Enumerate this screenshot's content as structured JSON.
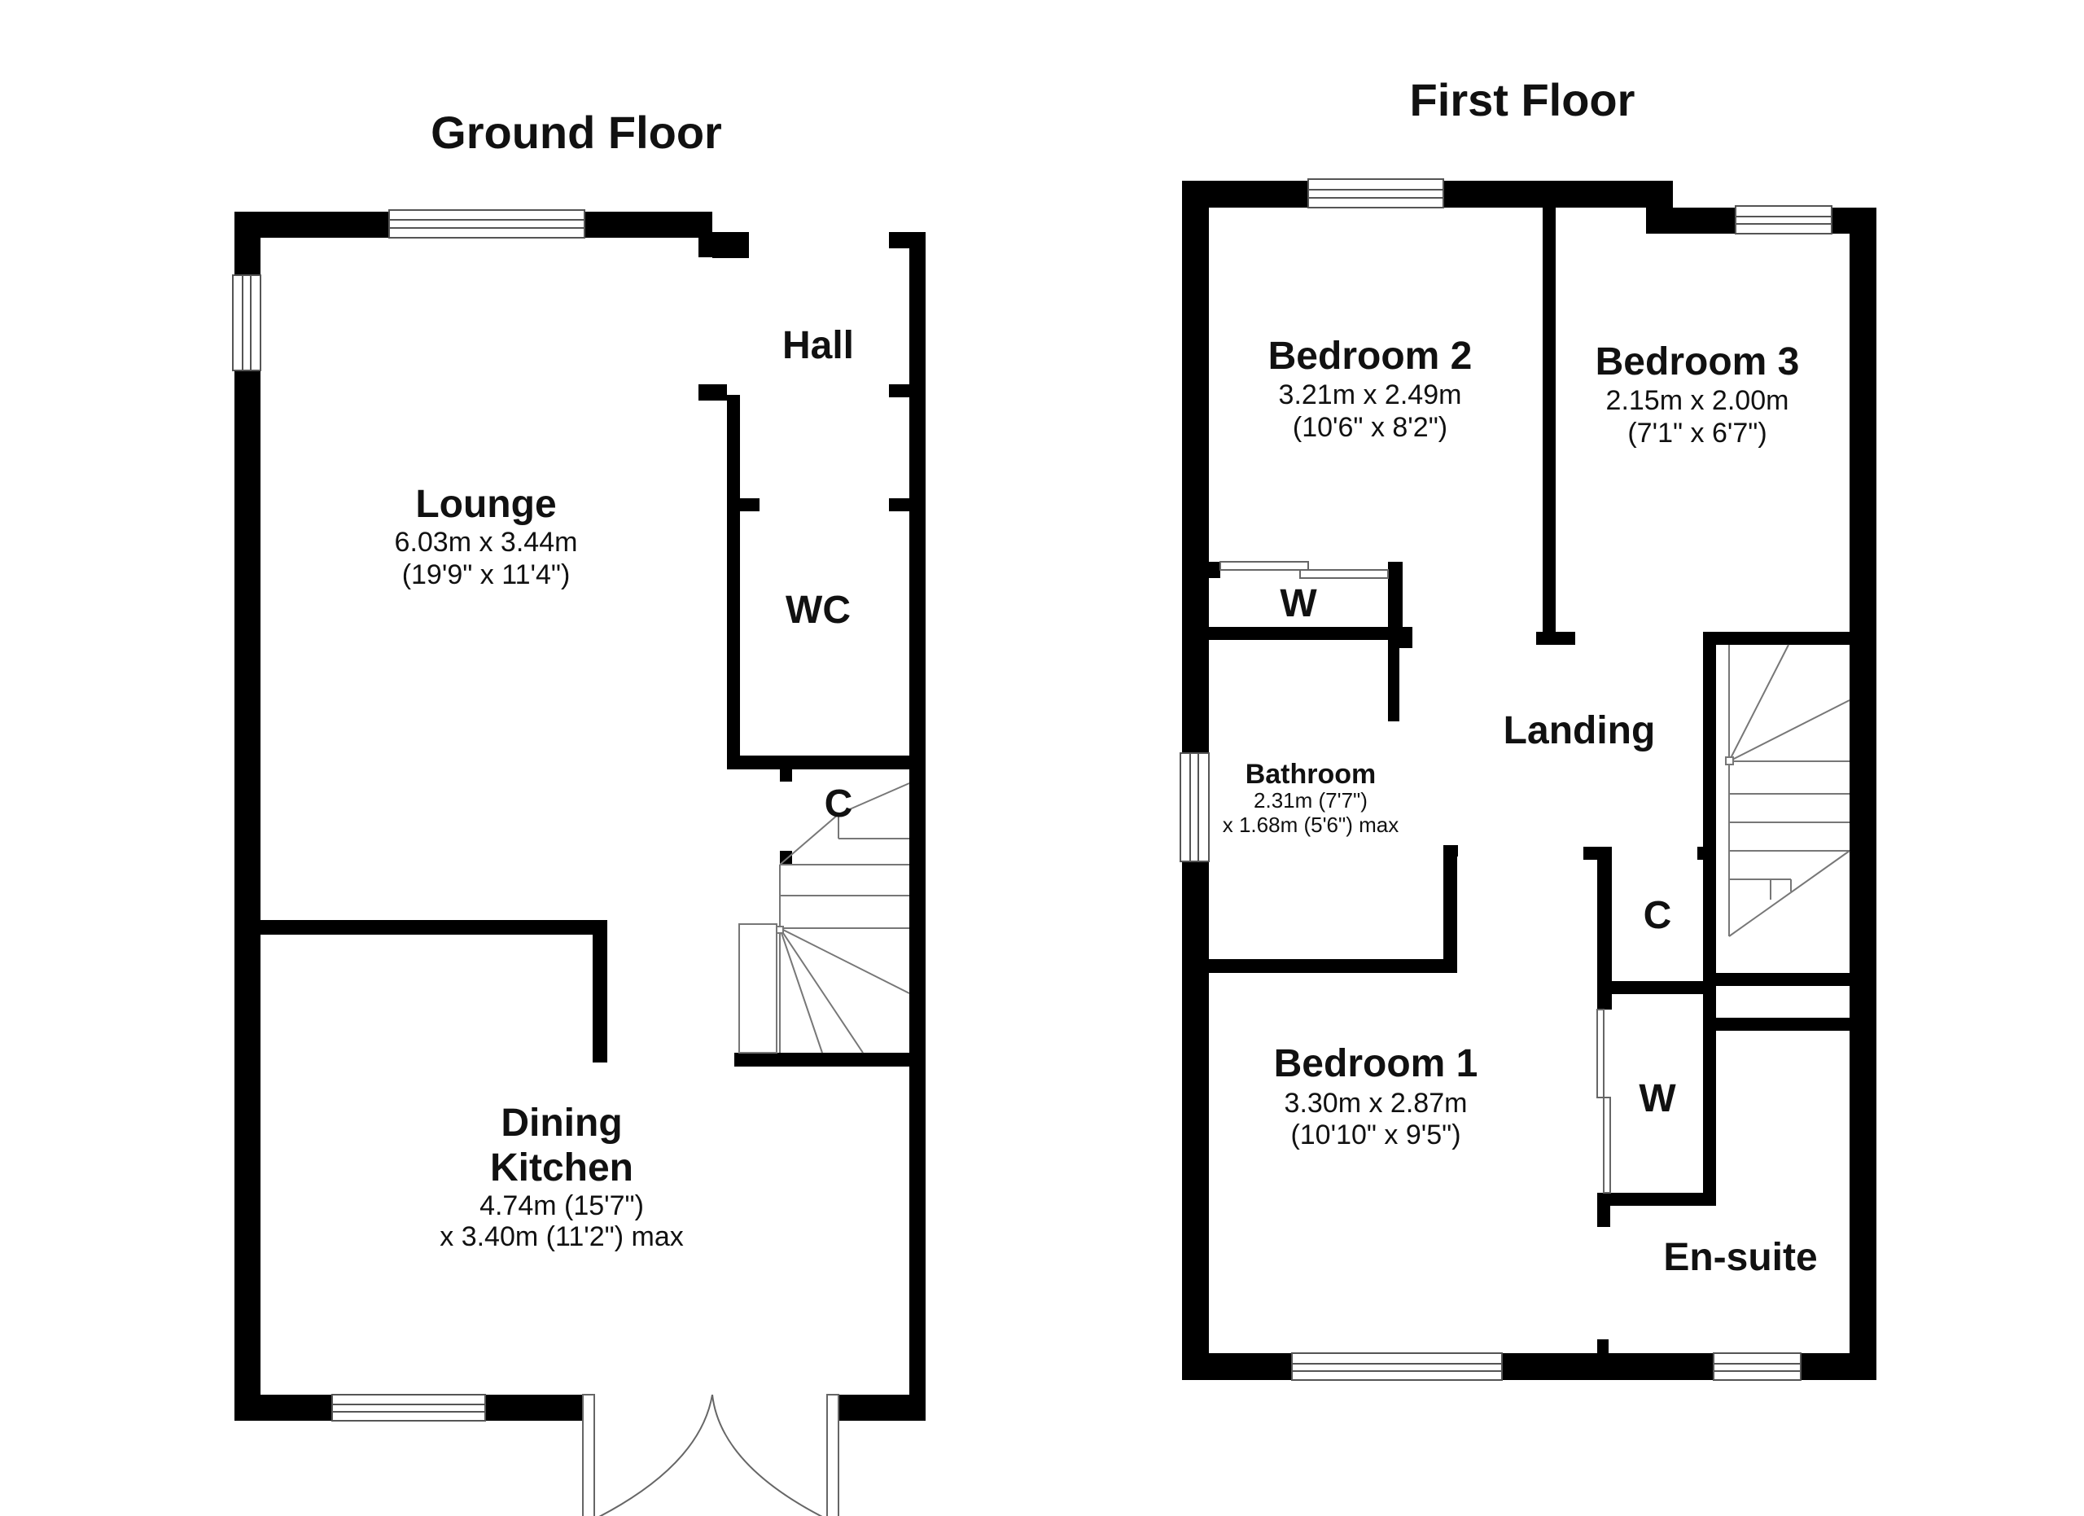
{
  "ground_floor": {
    "title": "Ground Floor",
    "hall": "Hall",
    "wc": "WC",
    "cupboard": "C",
    "lounge": {
      "name": "Lounge",
      "size_metric": "6.03m x 3.44m",
      "size_imperial": "(19'9\" x 11'4\")"
    },
    "dining_kitchen": {
      "name_line1": "Dining",
      "name_line2": "Kitchen",
      "size_line1": "4.74m (15'7\")",
      "size_line2": "x 3.40m (11'2\") max"
    }
  },
  "first_floor": {
    "title": "First Floor",
    "bedroom2": {
      "name": "Bedroom 2",
      "size_metric": "3.21m x 2.49m",
      "size_imperial": "(10'6\" x 8'2\")"
    },
    "bedroom3": {
      "name": "Bedroom 3",
      "size_metric": "2.15m x 2.00m",
      "size_imperial": "(7'1\" x 6'7\")"
    },
    "wardrobe_top": "W",
    "landing": "Landing",
    "bathroom": {
      "name": "Bathroom",
      "size_line1": "2.31m (7'7\")",
      "size_line2": "x 1.68m (5'6\") max"
    },
    "cupboard": "C",
    "wardrobe_bed1": "W",
    "bedroom1": {
      "name": "Bedroom 1",
      "size_metric": "3.30m x 2.87m",
      "size_imperial": "(10'10\" x 9'5\")"
    },
    "ensuite": "En-suite"
  }
}
